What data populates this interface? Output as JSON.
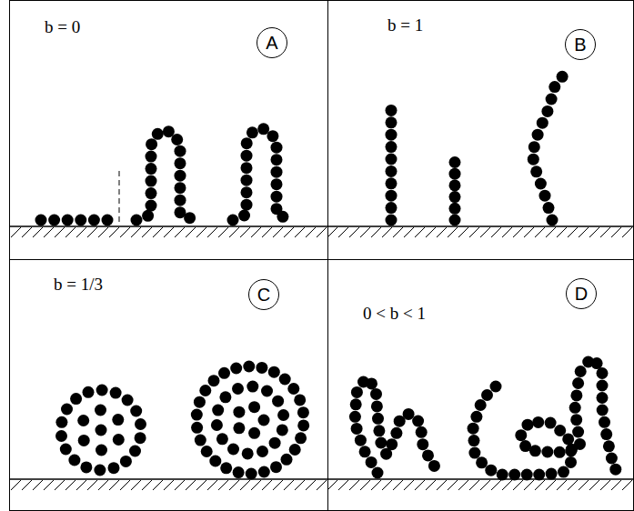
{
  "diagram": {
    "nodes": [
      {
        "text": [
          "b = 0"
        ]
      },
      {
        "text": [
          "A"
        ],
        "in": 0
      },
      {
        "text": [
          "b = 1"
        ]
      },
      {
        "text": [
          "B"
        ],
        "in": 2
      },
      {
        "text": [
          "b = 1/3"
        ]
      },
      {
        "text": [
          "C"
        ],
        "in": 4
      },
      {
        "text": [
          "0 < b < 1"
        ]
      },
      {
        "text": [
          "D"
        ],
        "in": 6
      }
    ]
  }
}
